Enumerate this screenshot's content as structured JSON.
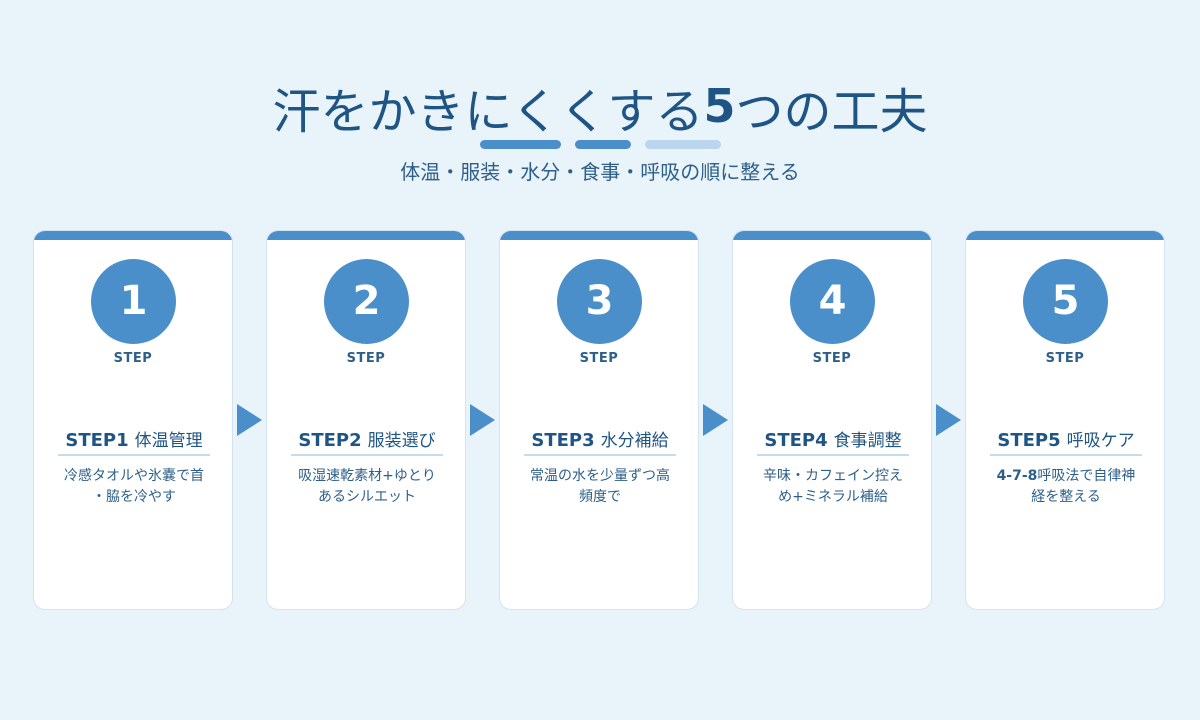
{
  "header": {
    "title_pre": "汗をかきにくくする",
    "title_num": "5",
    "title_post": "つの工夫",
    "subtitle": "体温・服装・水分・食事・呼吸の順に整える"
  },
  "colors": {
    "accent": "#4a8fc9",
    "text": "#1f5584",
    "background": "#e9f3fa",
    "accent_light": "#b9d6ee"
  },
  "step_caption": "STEP",
  "steps": [
    {
      "number": "1",
      "code": "STEP1",
      "title": "体温管理",
      "desc_line1": "冷感タオルや氷嚢で首",
      "desc_line2": "・脇を冷やす"
    },
    {
      "number": "2",
      "code": "STEP2",
      "title": "服装選び",
      "desc_line1": "吸湿速乾素材+ゆとり",
      "desc_line2": "あるシルエット"
    },
    {
      "number": "3",
      "code": "STEP3",
      "title": "水分補給",
      "desc_line1": "常温の水を少量ずつ高",
      "desc_line2": "頻度で"
    },
    {
      "number": "4",
      "code": "STEP4",
      "title": "食事調整",
      "desc_line1": "辛味・カフェイン控え",
      "desc_line2": "め+ミネラル補給"
    },
    {
      "number": "5",
      "code": "STEP5",
      "title": "呼吸ケア",
      "desc_line1_bold": "4-7-8",
      "desc_line1": "呼吸法で自律神",
      "desc_line2": "経を整える"
    }
  ]
}
